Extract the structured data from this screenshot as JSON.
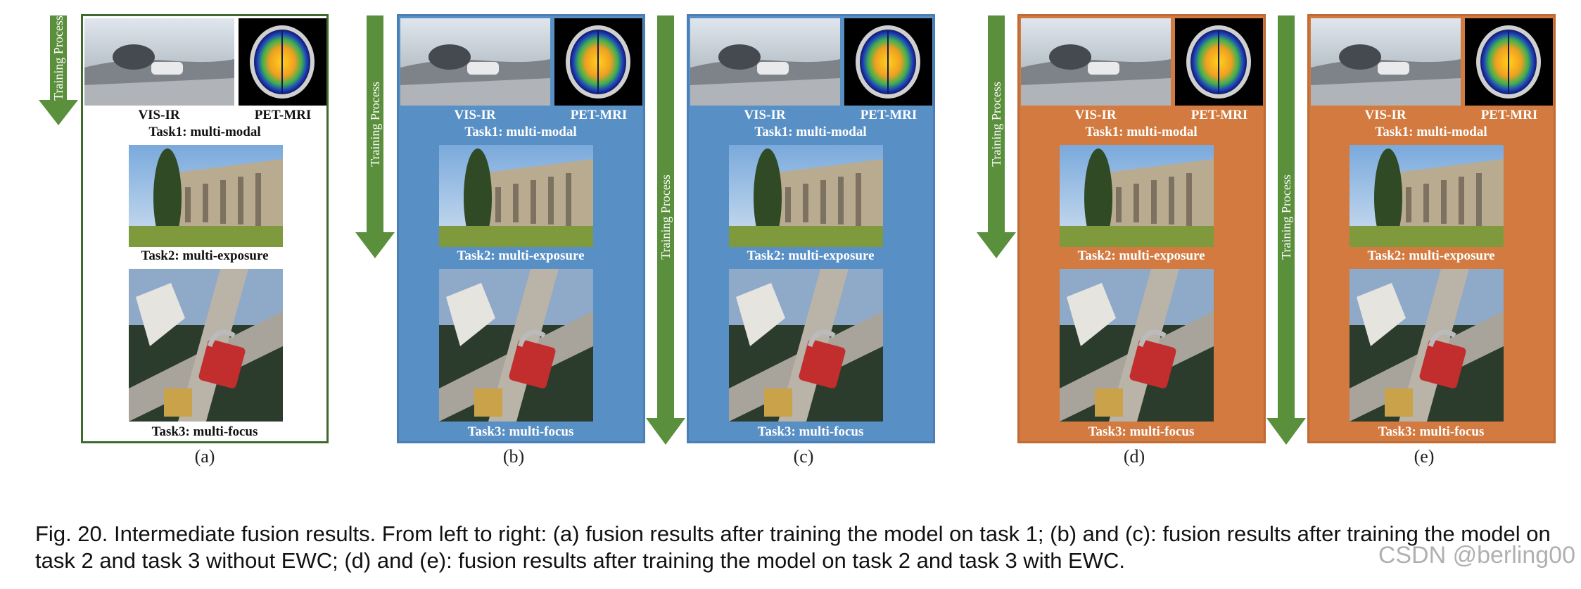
{
  "labels": {
    "vis_ir": "VIS-IR",
    "pet_mri": "PET-MRI",
    "task1": "Task1: multi-modal",
    "task2": "Task2: multi-exposure",
    "task3": "Task3: multi-focus"
  },
  "arrow_label": "Training Process",
  "panels": [
    {
      "sub": "(a)",
      "color": "#ffffff"
    },
    {
      "sub": "(b)",
      "color": "#5890c6"
    },
    {
      "sub": "(c)",
      "color": "#5890c6"
    },
    {
      "sub": "(d)",
      "color": "#d27a3f"
    },
    {
      "sub": "(e)",
      "color": "#d27a3f"
    }
  ],
  "colors": {
    "arrow": "#5a8f3c",
    "frame": "#3e6a2b"
  },
  "caption": "Fig. 20. Intermediate fusion results. From left to right: (a) fusion results after training the model on task 1; (b) and (c): fusion results after training the model on task 2 and task 3 without EWC; (d) and (e): fusion results after training the model on task 2 and task 3 with EWC.",
  "watermark": "CSDN @berling00"
}
